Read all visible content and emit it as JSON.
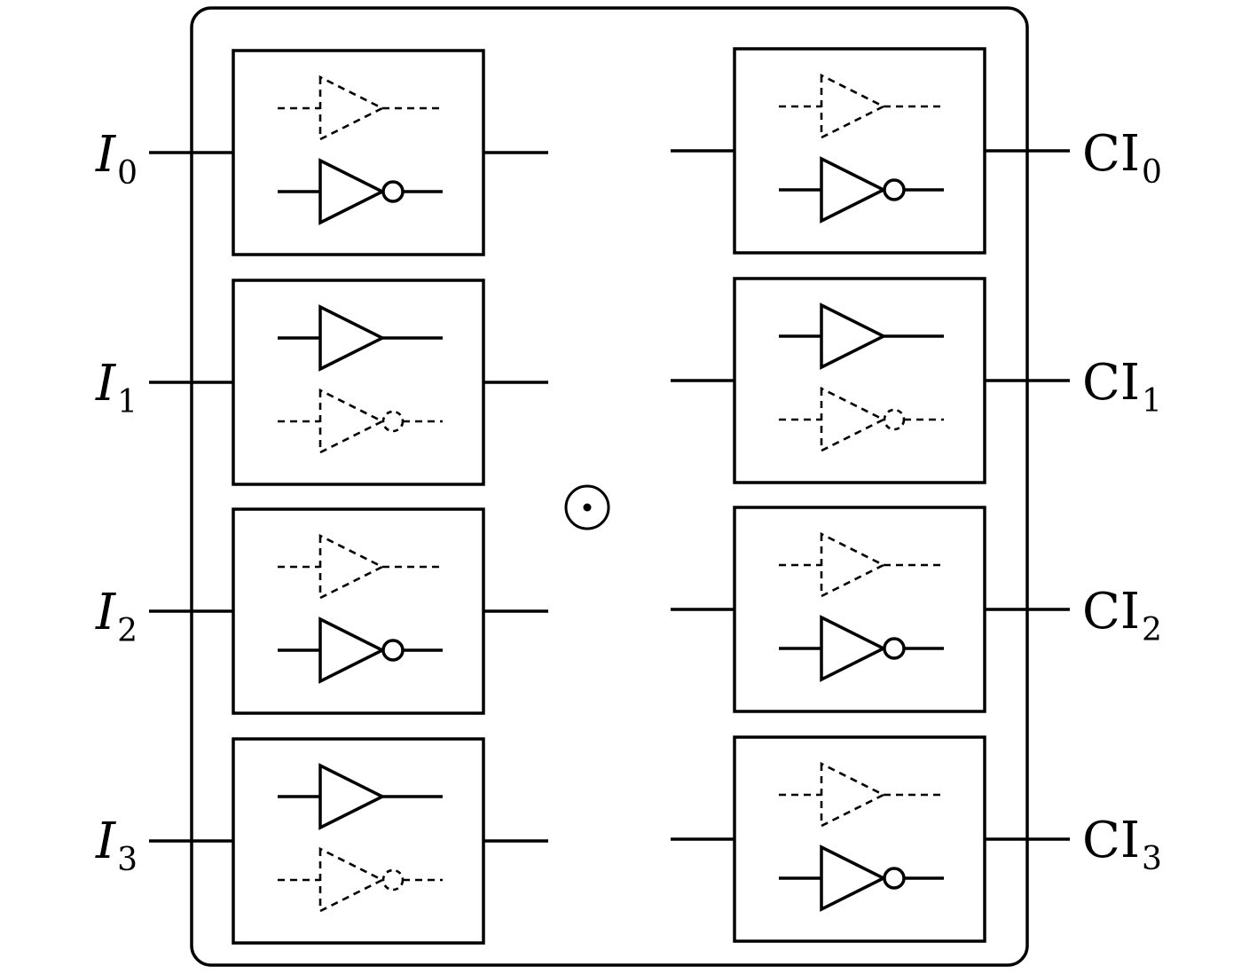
{
  "diagram": {
    "operator_symbol": "⊙",
    "inputs": [
      {
        "base": "I",
        "sub": "0"
      },
      {
        "base": "I",
        "sub": "1"
      },
      {
        "base": "I",
        "sub": "2"
      },
      {
        "base": "I",
        "sub": "3"
      }
    ],
    "outputs": [
      {
        "base": "CI",
        "sub": "0"
      },
      {
        "base": "CI",
        "sub": "1"
      },
      {
        "base": "CI",
        "sub": "2"
      },
      {
        "base": "CI",
        "sub": "3"
      }
    ],
    "cells": {
      "left": [
        "not",
        "buffer",
        "not",
        "buffer"
      ],
      "right": [
        "not",
        "buffer",
        "not",
        "not"
      ]
    },
    "colors": {
      "stroke": "#000000",
      "background": "#ffffff"
    }
  }
}
